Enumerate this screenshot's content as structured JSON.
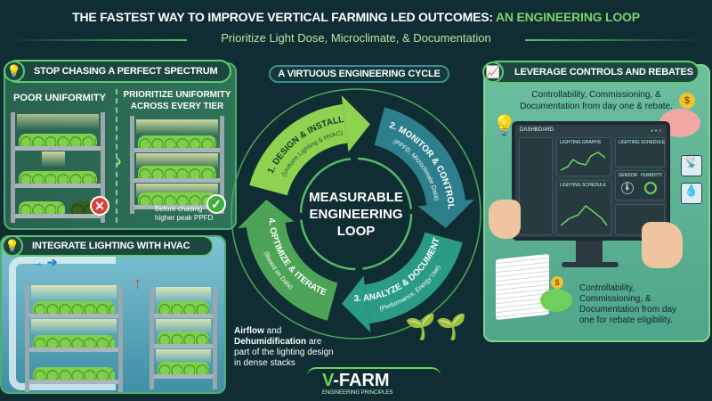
{
  "header": {
    "title_main": "THE FASTEST WAY TO IMPROVE VERTICAL FARMING LED OUTCOMES:",
    "title_highlight": "AN ENGINEERING LOOP",
    "subtitle": "Prioritize Light Dose, Microclimate, & Documentation"
  },
  "spectrum_panel": {
    "title": "STOP CHASING A PERFECT SPECTRUM",
    "icon": "lightbulb-icon",
    "left_label": "POOR UNIFORMITY",
    "right_label_line1": "PRIORITIZE UNIFORMITY",
    "right_label_line2": "ACROSS EVERY TIER",
    "note_line1": "Before chasing",
    "note_line2": "higher peak PPFD",
    "bad_icon": "x-circle-icon",
    "good_icon": "check-circle-icon"
  },
  "hvac_panel": {
    "title": "INTEGRATE LIGHTING WITH HVAC",
    "icon": "lightbulb-icon",
    "airflow_bold": "Airflow",
    "airflow_rest": " and",
    "dehum_bold": "Dehumidification",
    "dehum_rest": " are",
    "line3": "part of the lighting design",
    "line4": "in dense stacks"
  },
  "cycle": {
    "title": "A VIRTUOUS ENGINEERING CYCLE",
    "center_line1": "MEASURABLE",
    "center_line2": "ENGINEERING",
    "center_line3": "LOOP",
    "steps": [
      {
        "title": "1. DESIGN & INSTALL",
        "sub": "(Uniform Lighting & HVAC)",
        "color": "#8fd24f"
      },
      {
        "title": "2. MONITOR & CONTROL",
        "sub": "(PPFD, Microclimate Data)",
        "color": "#2e7f8c"
      },
      {
        "title": "3. ANALYZE & DOCUMENT",
        "sub": "(Performance, Energy Use)",
        "color": "#2a9b84"
      },
      {
        "title": "4. OPTIMIZE & ITERATE",
        "sub": "(Based on Data)",
        "color": "#4da457"
      }
    ]
  },
  "controls_panel": {
    "title": "LEVERAGE CONTROLS AND REBATES",
    "icon": "growth-chart-icon",
    "intro_line1": "Controllability, Commissioning, &",
    "intro_line2": "Documentation from day one & rebate.",
    "dashboard": {
      "title": "DASHBOARD",
      "graphs_label": "LIGHTING GRAPHS",
      "schedule_label": "LIGHTING SCHEDULE",
      "sensor_label": "SENSOR",
      "humidity_label": "HUMIDITY",
      "schedule2_label": "LIGHTING SCHEDULE"
    },
    "bottom_line1": "Controllability,",
    "bottom_line2": "Commissioning, &",
    "bottom_line3": "Documentation from day",
    "bottom_line4": "one for rebate eligibility."
  },
  "brand": {
    "v": "V",
    "name": "-FARM",
    "tagline": "ENGINEERING PRINCIPLES",
    "accent": "#6fd35a"
  }
}
